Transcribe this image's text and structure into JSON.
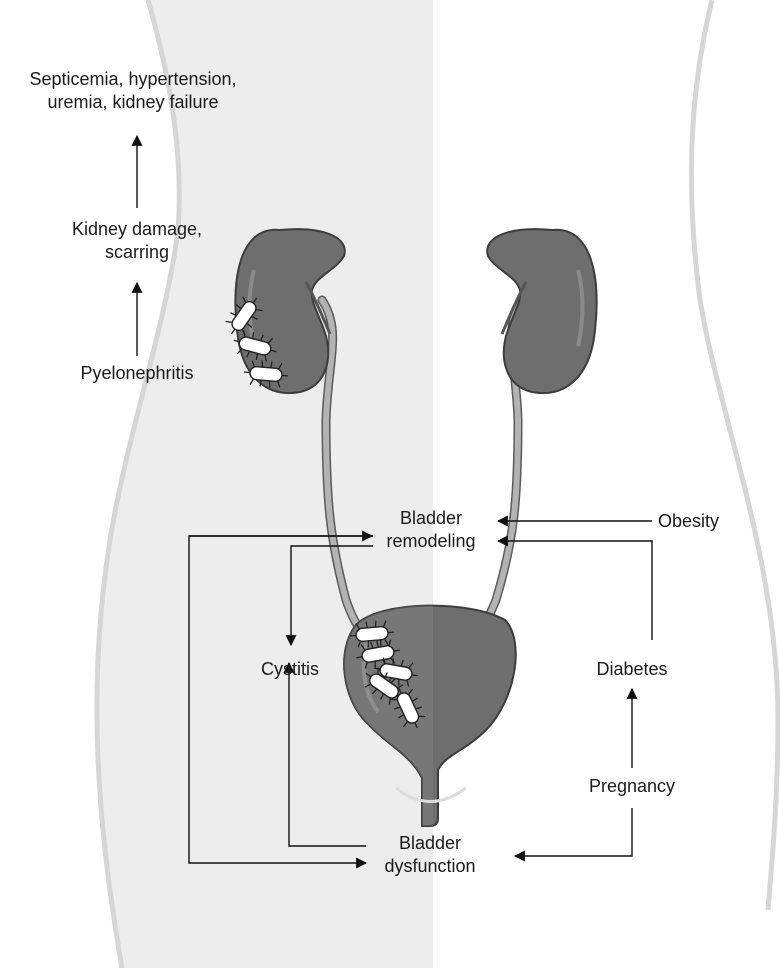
{
  "labels": {
    "outcomes": "Septicemia, hypertension,\nuremia, kidney failure",
    "kidney_damage": "Kidney damage,\nscarring",
    "pyelonephritis": "Pyelonephritis",
    "bladder_remodeling": "Bladder\nremodeling",
    "obesity": "Obesity",
    "cystitis": "Cystitis",
    "diabetes": "Diabetes",
    "pregnancy": "Pregnancy",
    "bladder_dysfunction": "Bladder\ndysfunction"
  },
  "colors": {
    "body_shade": "#ededed",
    "body_outline": "#d6d6d6",
    "organ": "#6e6e6e",
    "organ_edge": "#3c3c3c",
    "ureter": "#a9a9a9",
    "bacteria": "#ffffff",
    "arrow": "#111111"
  }
}
